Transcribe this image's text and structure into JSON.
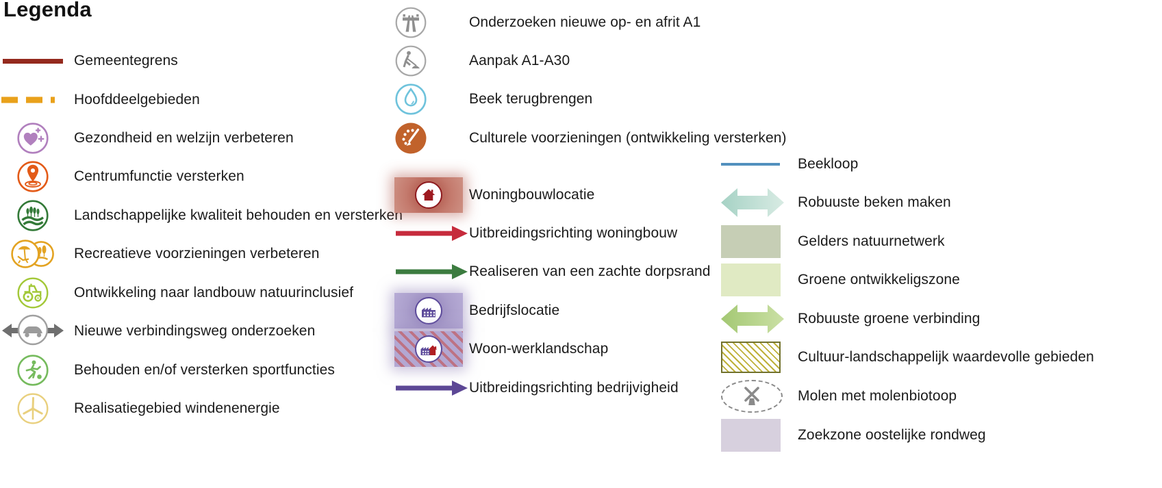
{
  "title": "Legenda",
  "col1": {
    "items": [
      {
        "label": "Gemeentegrens",
        "icon": "solid-line",
        "color": "#942A1E"
      },
      {
        "label": "Hoofddeelgebieden",
        "icon": "dashed-line",
        "color": "#E9A11B"
      },
      {
        "label": "Gezondheid en welzijn verbeteren",
        "icon": "heart-plus-circle",
        "color": "#B180BE"
      },
      {
        "label": "Centrumfunctie versterken",
        "icon": "location-pin-circle",
        "color": "#E35B18"
      },
      {
        "label": "Landschappelijke kwaliteit behouden en versterken",
        "icon": "landscape-trees-circle",
        "color": "#337A38"
      },
      {
        "label": "Recreatieve voorzieningen verbeteren",
        "icon": "recreation-circles",
        "color": "#E3A322"
      },
      {
        "label": "Ontwikkeling naar landbouw natuurinclusief",
        "icon": "tractor-circle",
        "color": "#A3C838"
      },
      {
        "label": "Nieuwe verbindingsweg onderzoeken",
        "icon": "car-double-arrow-circle",
        "color": "#8F8F8F"
      },
      {
        "label": "Behouden en/of versterken sportfuncties",
        "icon": "runner-ball-circle",
        "color": "#76BB5E"
      },
      {
        "label": "Realisatiegebied windenenergie",
        "icon": "wind-turbine-circle",
        "color": "#E9D07E"
      }
    ]
  },
  "col2": {
    "items": [
      {
        "label": "Onderzoeken nieuwe op- en afrit A1",
        "icon": "motorway-circle",
        "color": "#8F8F8F"
      },
      {
        "label": "Aanpak A1-A30",
        "icon": "roadworks-circle",
        "color": "#8F8F8F"
      },
      {
        "label": "Beek terugbrengen",
        "icon": "water-drop-circle",
        "color": "#6FC3DC"
      },
      {
        "label": "Culturele voorzieningen (ontwikkeling versterken)",
        "icon": "palette-circle",
        "color": "#C1622B"
      },
      {
        "label": "Woningbouwlocatie",
        "icon": "house-glow-swatch",
        "color": "#B4574B"
      },
      {
        "label": "Uitbreidingsrichting woningbouw",
        "icon": "arrow-right",
        "color": "#C62B3C"
      },
      {
        "label": "Realiseren van een zachte dorpsrand",
        "icon": "arrow-right",
        "color": "#3C7C40"
      },
      {
        "label": "Bedrijfslocatie",
        "icon": "factory-glow-swatch",
        "color": "#8F7FB8"
      },
      {
        "label": "Woon-werklandschap",
        "icon": "factory-house-striped-swatch",
        "color": "#B3A7D2"
      },
      {
        "label": "Uitbreidingsrichting bedrijvigheid",
        "icon": "arrow-right",
        "color": "#5C4795"
      }
    ]
  },
  "col3": {
    "items": [
      {
        "label": "Beekloop",
        "icon": "solid-line",
        "color": "#5290BE"
      },
      {
        "label": "Robuuste beken maken",
        "icon": "double-block-arrow",
        "color": "#ADD8CC"
      },
      {
        "label": "Gelders natuurnetwerk",
        "icon": "square-swatch",
        "color": "#C6CEB5"
      },
      {
        "label": "Groene ontwikkeligszone",
        "icon": "square-swatch",
        "color": "#E0EAC3"
      },
      {
        "label": "Robuuste groene verbinding",
        "icon": "double-block-arrow",
        "color": "#B5D18A"
      },
      {
        "label": "Cultuur-landschappelijk waardevolle gebieden",
        "icon": "hatched-square",
        "color": "#BFB13A"
      },
      {
        "label": "Molen met molenbiotoop",
        "icon": "windmill-dashed-ellipse",
        "color": "#8A8A8A"
      },
      {
        "label": "Zoekzone oostelijke rondweg",
        "icon": "square-swatch",
        "color": "#D7D0DE"
      }
    ]
  }
}
